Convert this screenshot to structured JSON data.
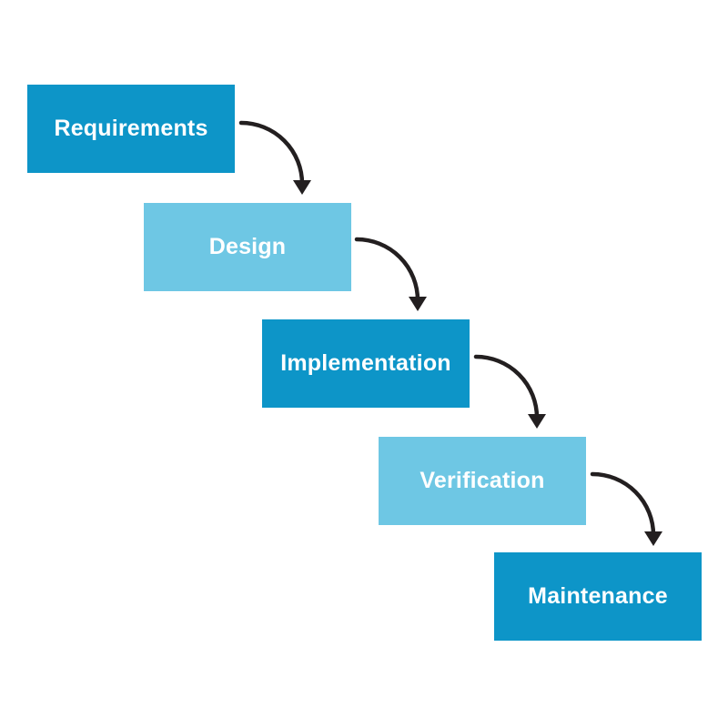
{
  "diagram": {
    "type": "flow-steps",
    "steps": [
      {
        "label": "Requirements",
        "tone": "primary"
      },
      {
        "label": "Design",
        "tone": "secondary"
      },
      {
        "label": "Implementation",
        "tone": "primary"
      },
      {
        "label": "Verification",
        "tone": "secondary"
      },
      {
        "label": "Maintenance",
        "tone": "primary"
      }
    ],
    "arrows": [
      {
        "from": "Requirements",
        "to": "Design"
      },
      {
        "from": "Design",
        "to": "Implementation"
      },
      {
        "from": "Implementation",
        "to": "Verification"
      },
      {
        "from": "Verification",
        "to": "Maintenance"
      }
    ],
    "colors": {
      "primary": "#0d95c8",
      "secondary": "#6ec7e4",
      "arrow": "#231f20",
      "label_text": "#ffffff",
      "background": "#ffffff"
    }
  }
}
